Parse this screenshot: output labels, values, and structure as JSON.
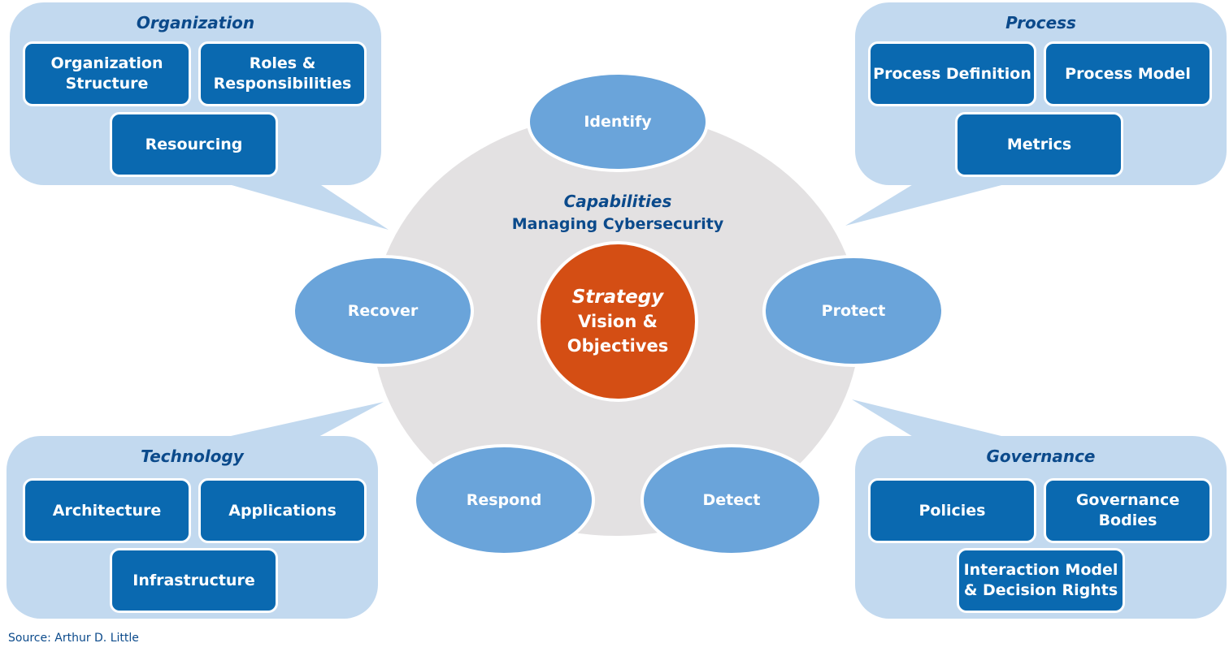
{
  "center": {
    "capabilities_title": "Capabilities",
    "capabilities_subtitle": "Managing Cybersecurity",
    "strategy_title": "Strategy",
    "strategy_line1": "Vision &",
    "strategy_line2": "Objectives"
  },
  "functions": [
    "Identify",
    "Protect",
    "Detect",
    "Respond",
    "Recover"
  ],
  "panels": {
    "organization": {
      "title": "Organization",
      "items": [
        "Organization Structure",
        "Roles & Responsibilities",
        "Resourcing"
      ]
    },
    "process": {
      "title": "Process",
      "items": [
        "Process Definition",
        "Process Model",
        "Metrics"
      ]
    },
    "technology": {
      "title": "Technology",
      "items": [
        "Architecture",
        "Applications",
        "Infrastructure"
      ]
    },
    "governance": {
      "title": "Governance",
      "items": [
        "Policies",
        "Governance Bodies",
        "Interaction Model & Decision Rights"
      ]
    }
  },
  "source": "Source: Arthur D. Little",
  "colors": {
    "panel": "#c2d9ef",
    "box": "#0a69b0",
    "title": "#0b4a8b",
    "ellipse": "#6aa4da",
    "circle": "#e3e1e2",
    "strategy": "#d44e14"
  }
}
